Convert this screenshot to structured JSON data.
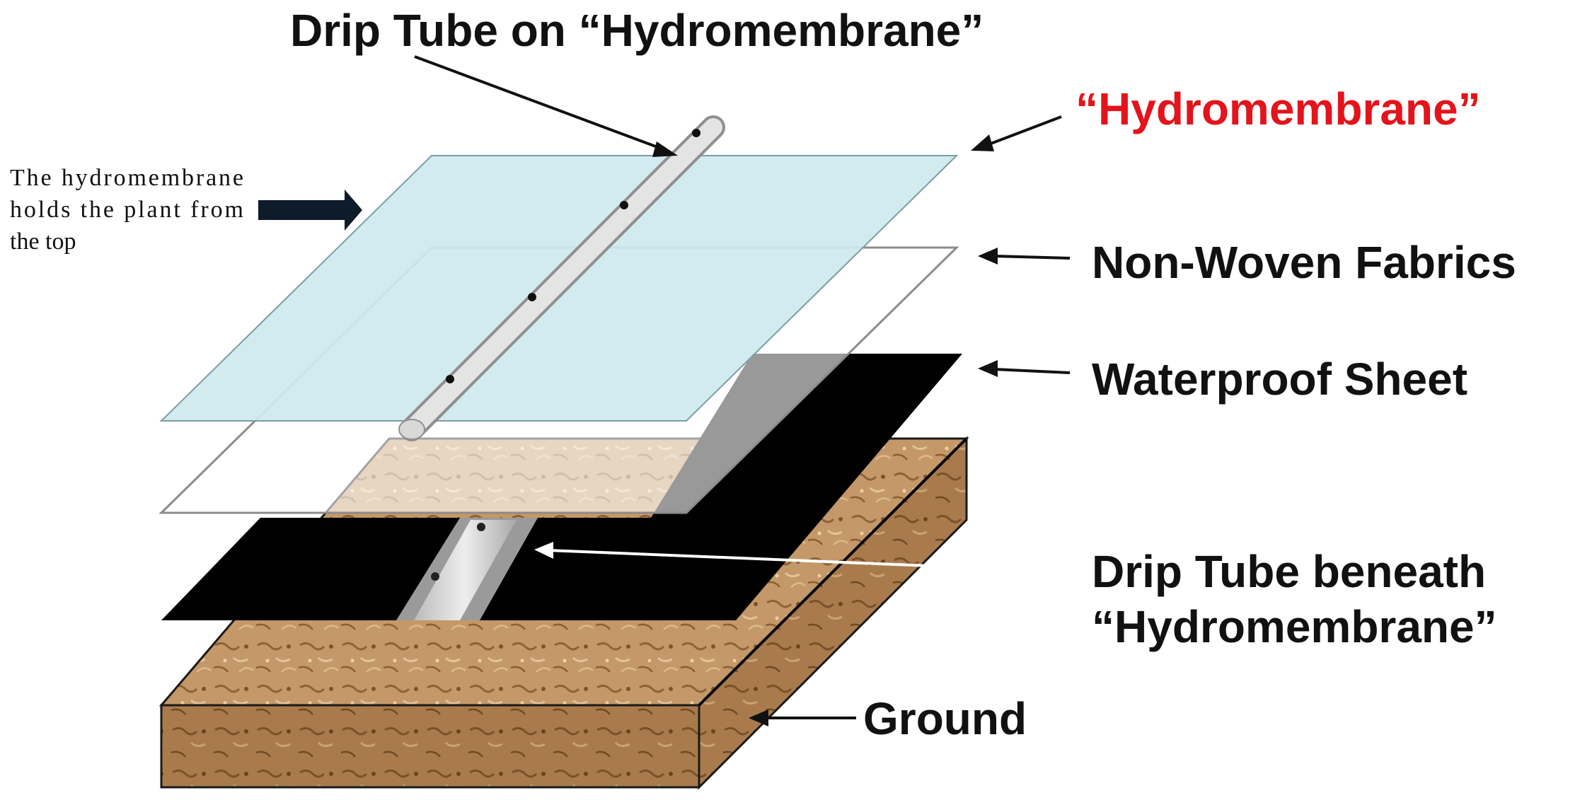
{
  "labels": {
    "drip_tube_on": "Drip Tube on “Hydromembrane”",
    "hydromembrane": "“Hydromembrane”",
    "non_woven": "Non-Woven Fabrics",
    "waterproof": "Waterproof Sheet",
    "drip_tube_beneath_line1": "Drip Tube beneath",
    "drip_tube_beneath_line2": "“Hydromembrane”",
    "ground": "Ground"
  },
  "note": {
    "line1": "The hydromembrane",
    "line2": "holds the plant from",
    "line3": "the top"
  },
  "colors": {
    "hydromembrane_fill": "#cde9ee",
    "hydromembrane_label": "#e3141b",
    "waterproof_sheet": "#000000",
    "ground_top": "#c69a6a",
    "ground_side": "#a87a4b",
    "note_arrow": "#0e1b2b",
    "tube": "#d6d6d6"
  }
}
